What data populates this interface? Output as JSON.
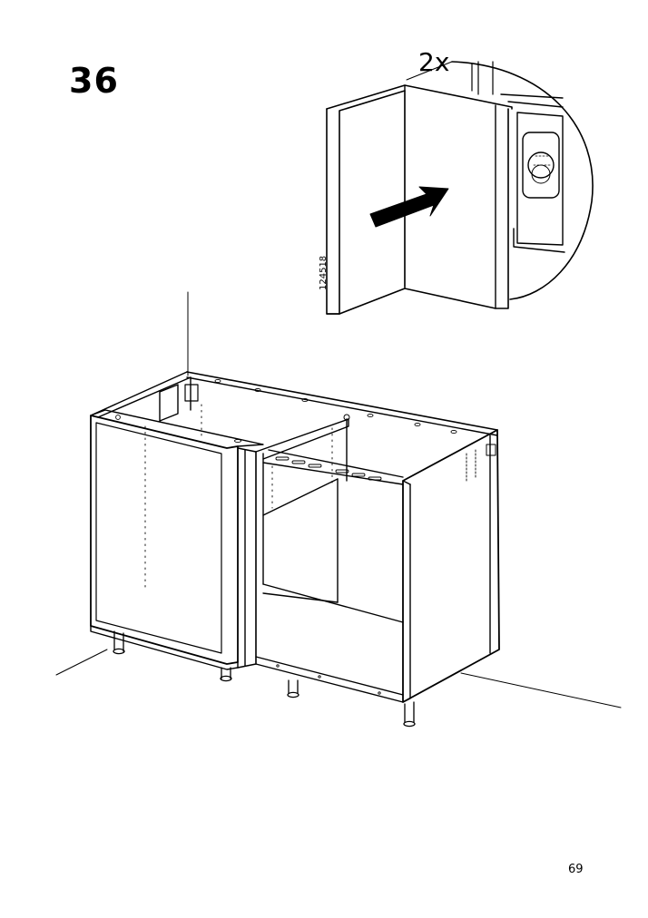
{
  "step": {
    "number": "36"
  },
  "detail": {
    "quantity": "2x",
    "part_code": "124518"
  },
  "page": {
    "number": "69"
  }
}
